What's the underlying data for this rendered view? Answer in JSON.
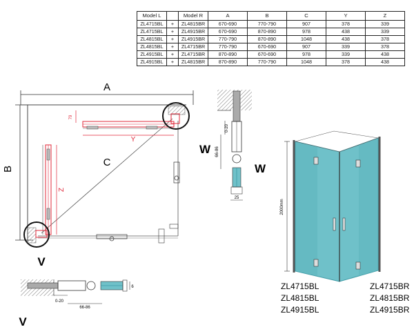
{
  "table": {
    "headers": [
      "Model L",
      "",
      "Model R",
      "A",
      "B",
      "C",
      "Y",
      "Z"
    ],
    "rows": [
      [
        "ZL4715BL",
        "+",
        "ZL4815BR",
        "670-690",
        "770-790",
        "907",
        "378",
        "339"
      ],
      [
        "ZL4715BL",
        "+",
        "ZL4915BR",
        "670-690",
        "870-890",
        "978",
        "438",
        "339"
      ],
      [
        "ZL4815BL",
        "+",
        "ZL4915BR",
        "770-790",
        "870-890",
        "1048",
        "438",
        "378"
      ],
      [
        "ZL4815BL",
        "+",
        "ZL4715BR",
        "770-790",
        "670-690",
        "907",
        "339",
        "378"
      ],
      [
        "ZL4915BL",
        "+",
        "ZL4715BR",
        "870-890",
        "670-690",
        "978",
        "339",
        "438"
      ],
      [
        "ZL4915BL",
        "+",
        "ZL4815BR",
        "870-890",
        "770-790",
        "1048",
        "378",
        "438"
      ]
    ]
  },
  "plan": {
    "label_a": "A",
    "label_b": "B",
    "label_c": "C",
    "label_y": "Y",
    "label_z": "Z",
    "label_79": "79",
    "label_v": "V"
  },
  "detail_w": {
    "label_w": "W",
    "dim_020": "0-20",
    "dim_6686": "66-86",
    "dim_25": "25"
  },
  "detail_v": {
    "label_v": "V",
    "dim_020": "0-20",
    "dim_6686": "66-86",
    "dim_6": "6"
  },
  "view3d": {
    "label_w": "W",
    "height_dim": "2000mm",
    "left_models": [
      "ZL4715BL",
      "ZL4815BL",
      "ZL4915BL"
    ],
    "right_models": [
      "ZL4715BR",
      "ZL4815BR",
      "ZL4915BR"
    ]
  },
  "colors": {
    "glass": "#6fc1c9",
    "glass_dark": "#3d9aa5",
    "frame_red": "#e0283a",
    "line": "#1a1a1a"
  }
}
